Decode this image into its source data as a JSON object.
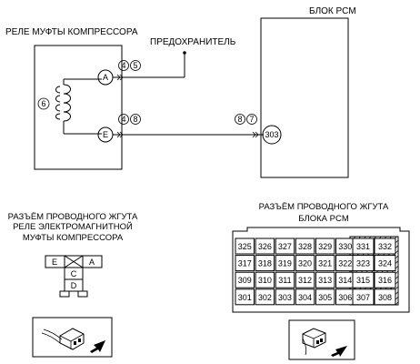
{
  "labels": {
    "relay_title": "РЕЛЕ МУФТЫ КОМПРЕССОРА",
    "pcm_title": "БЛОК PCM",
    "fuse": "ПРЕДОХРАНИТЕЛЬ",
    "relay_connector_title": [
      "РАЗЪЁМ ПРОВОДНОГО ЖГУТА",
      "РЕЛЕ ЭЛЕКТРОМАГНИТНОЙ",
      "МУФТЫ КОМПРЕССОРА"
    ],
    "pcm_connector_title": [
      "РАЗЪЁМ ПРОВОДНОГО ЖГУТА",
      "БЛОКА PCM"
    ]
  },
  "relay": {
    "coil_marker": "6",
    "terminal_a": "A",
    "terminal_e": "E",
    "terminal_a_markers": [
      "4",
      "5"
    ],
    "terminal_e_markers": [
      "4",
      "8"
    ]
  },
  "pcm": {
    "terminal": "303",
    "markers": [
      "8",
      "7"
    ]
  },
  "relay_connector": {
    "pins": [
      "E",
      "A",
      "C",
      "D"
    ]
  },
  "pcm_connector": {
    "rows": [
      [
        "325",
        "326",
        "327",
        "328",
        "329",
        "330"
      ],
      [
        "317",
        "318",
        "319",
        "320",
        "321",
        "322"
      ],
      [
        "309",
        "310",
        "311",
        "312",
        "313",
        "314"
      ],
      [
        "301",
        "302",
        "303",
        "304",
        "305",
        "306"
      ]
    ],
    "side_rows": [
      [
        "331",
        "332"
      ],
      [
        "323",
        "324"
      ],
      [
        "315",
        "316"
      ],
      [
        "307",
        "308"
      ]
    ]
  }
}
